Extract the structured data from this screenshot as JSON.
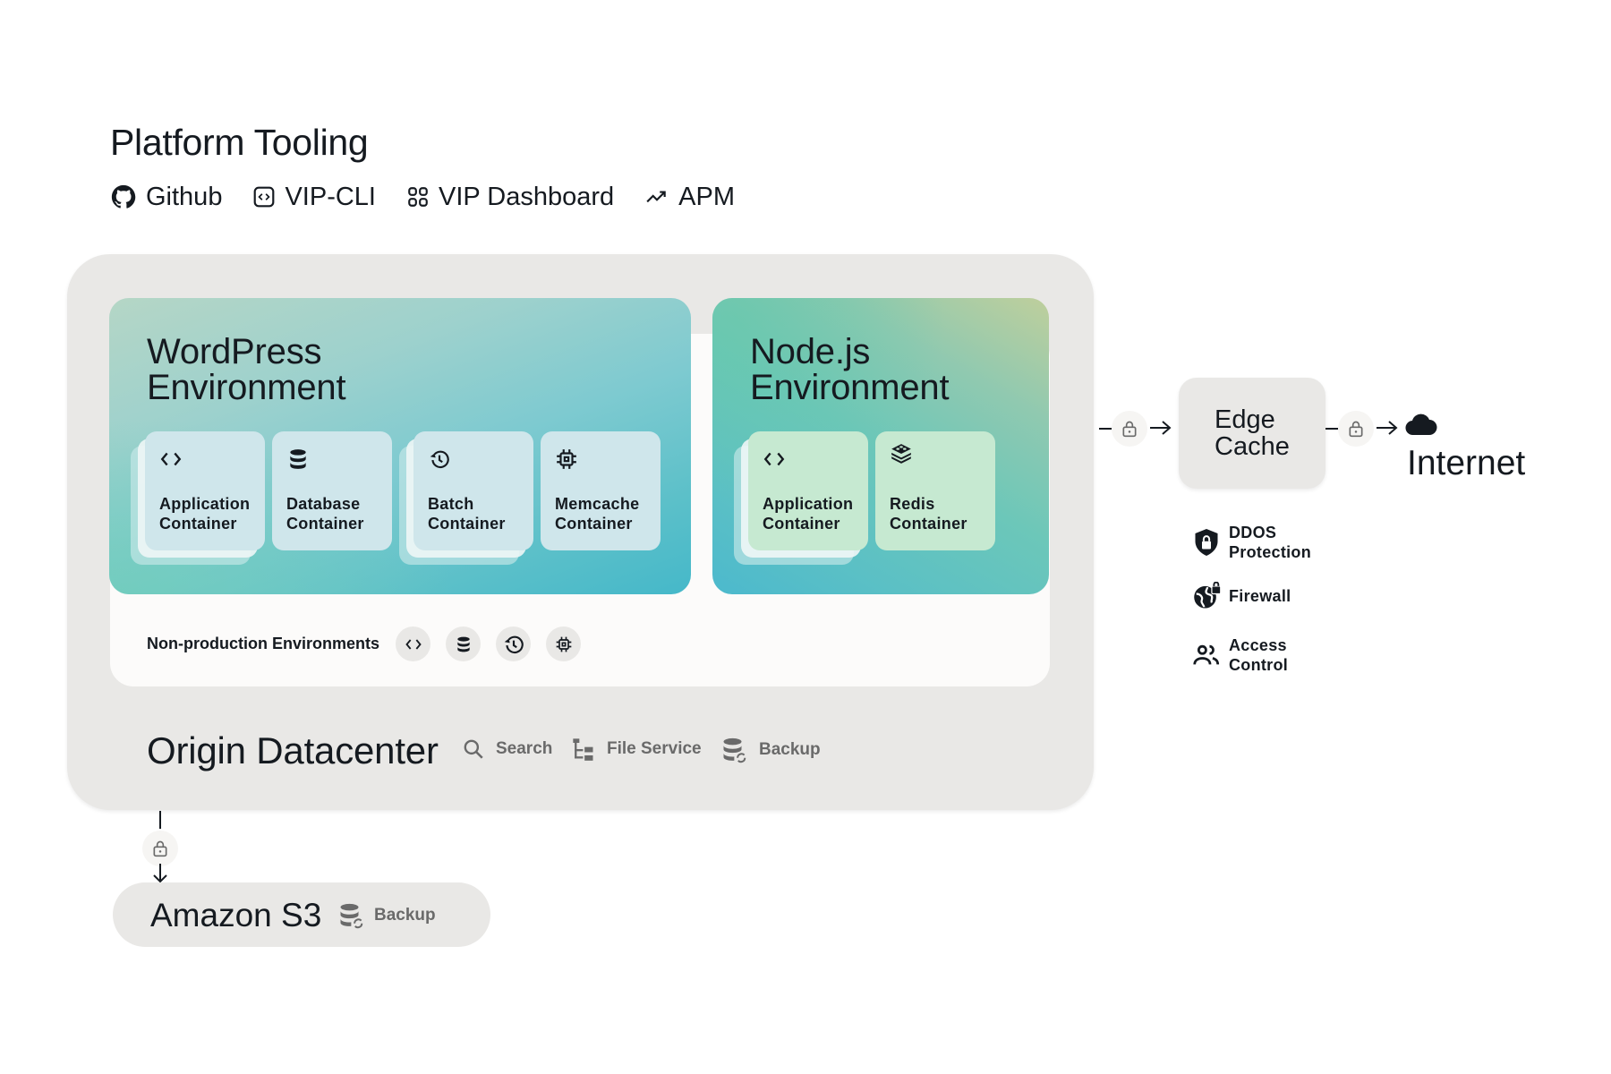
{
  "platform_tooling": {
    "title": "Platform Tooling",
    "tools": [
      {
        "icon": "github-icon",
        "label": "Github"
      },
      {
        "icon": "terminal-code-icon",
        "label": "VIP-CLI"
      },
      {
        "icon": "dashboard-grid-icon",
        "label": "VIP Dashboard"
      },
      {
        "icon": "trending-up-icon",
        "label": "APM"
      }
    ]
  },
  "wordpress_env": {
    "title_line1": "WordPress",
    "title_line2": "Environment",
    "containers": [
      {
        "icon": "code-icon",
        "line1": "Application",
        "line2": "Container",
        "stacked": true
      },
      {
        "icon": "database-icon",
        "line1": "Database",
        "line2": "Container",
        "stacked": false
      },
      {
        "icon": "history-icon",
        "line1": "Batch",
        "line2": "Container",
        "stacked": true
      },
      {
        "icon": "chip-icon",
        "line1": "Memcache",
        "line2": "Container",
        "stacked": false
      }
    ]
  },
  "nodejs_env": {
    "title_line1": "Node.js",
    "title_line2": "Environment",
    "containers": [
      {
        "icon": "code-icon",
        "line1": "Application",
        "line2": "Container",
        "stacked": true
      },
      {
        "icon": "redis-icon",
        "line1": "Redis",
        "line2": "Container",
        "stacked": false
      }
    ]
  },
  "non_production": {
    "label": "Non-production Environments",
    "icons": [
      "code-icon",
      "database-icon",
      "history-icon",
      "chip-icon"
    ]
  },
  "origin_datacenter": {
    "title": "Origin Datacenter",
    "services": [
      {
        "icon": "search-icon",
        "label": "Search"
      },
      {
        "icon": "file-tree-icon",
        "label": "File Service"
      },
      {
        "icon": "database-sync-icon",
        "label": "Backup"
      }
    ]
  },
  "edge_cache": {
    "line1": "Edge",
    "line2": "Cache"
  },
  "internet": {
    "label": "Internet"
  },
  "security": [
    {
      "icon": "shield-lock-icon",
      "line1": "DDOS",
      "line2": "Protection"
    },
    {
      "icon": "globe-lock-icon",
      "line1": "Firewall",
      "line2": ""
    },
    {
      "icon": "users-icon",
      "line1": "Access",
      "line2": "Control"
    }
  ],
  "amazon_s3": {
    "title": "Amazon S3",
    "service": {
      "icon": "database-sync-icon",
      "label": "Backup"
    }
  },
  "colors": {
    "text": "#151a20",
    "muted_text": "#6a6a6a",
    "panel_gray": "#e9e8e6",
    "wp_container": "#cfe6eb",
    "node_container": "#c6e9d1"
  }
}
